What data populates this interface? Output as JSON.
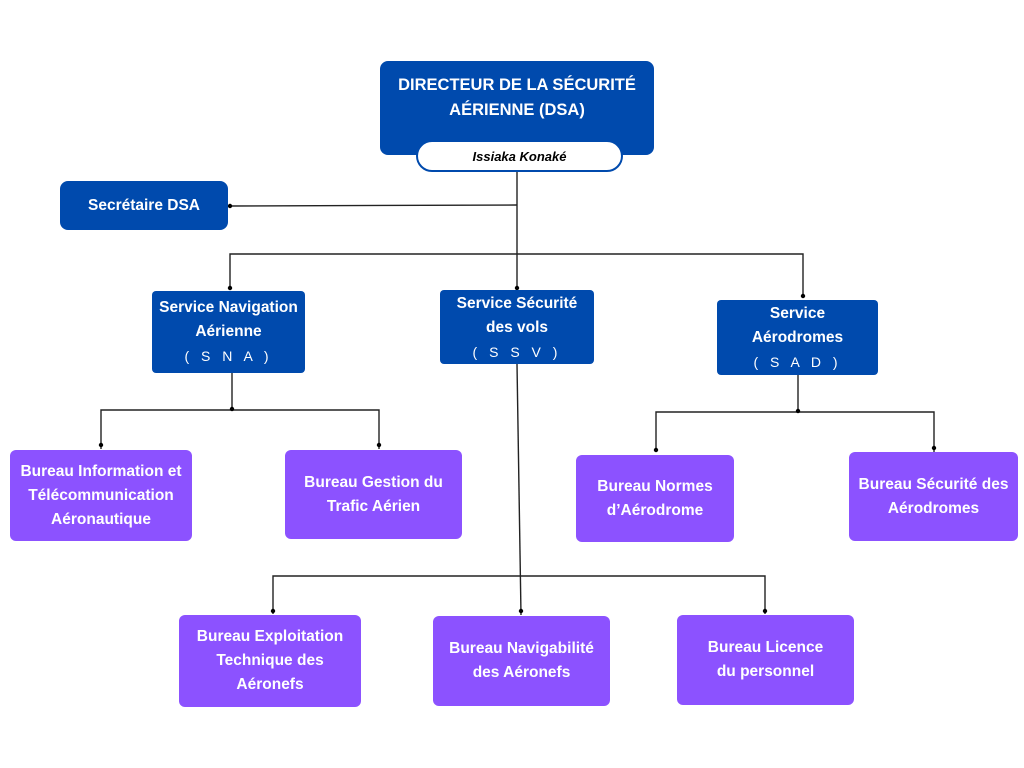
{
  "colors": {
    "service": "#004aad",
    "bureau": "#8c52ff",
    "connector": "#000000"
  },
  "director": {
    "title_line1": "DIRECTEUR DE LA SÉCURITÉ",
    "title_line2": "AÉRIENNE (DSA)",
    "name": "Issiaka Konaké"
  },
  "secretary": {
    "label": "Secrétaire DSA"
  },
  "services": [
    {
      "line1": "Service Navigation",
      "line2": "Aérienne",
      "abbr": "( S N A )"
    },
    {
      "line1": "Service Sécurité",
      "line2": "des vols",
      "abbr": "( S S V )"
    },
    {
      "line1": "Service",
      "line2": "Aérodromes",
      "abbr": "( S A D )"
    }
  ],
  "bureaus": {
    "sna": [
      {
        "lines": [
          "Bureau Information et",
          "Télécommunication",
          "Aéronautique"
        ]
      },
      {
        "lines": [
          "Bureau Gestion du",
          "Trafic Aérien"
        ]
      }
    ],
    "sad": [
      {
        "lines": [
          "Bureau Normes",
          "d’Aérodrome"
        ]
      },
      {
        "lines": [
          "Bureau Sécurité des",
          "Aérodromes"
        ]
      }
    ],
    "ssv": [
      {
        "lines": [
          "Bureau Exploitation",
          "Technique des",
          "Aéronefs"
        ]
      },
      {
        "lines": [
          "Bureau Navigabilité",
          "des Aéronefs"
        ]
      },
      {
        "lines": [
          "Bureau Licence",
          "du personnel"
        ]
      }
    ]
  }
}
